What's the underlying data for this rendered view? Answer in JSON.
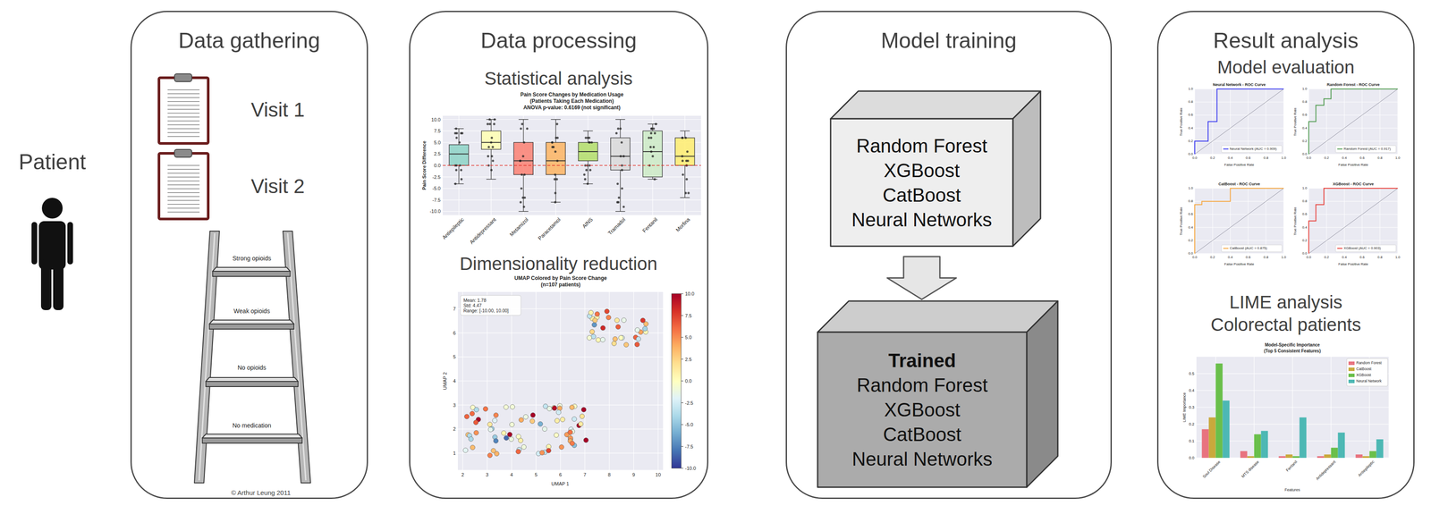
{
  "diagram": {
    "nodes": [
      {
        "text": [
          "Data gathering"
        ]
      },
      {
        "text": [
          "Data processing"
        ]
      },
      {
        "text": [
          "Model training"
        ]
      },
      {
        "text": [
          "Random Forest",
          "XGBoost",
          "CatBoost",
          "Neural Networks"
        ],
        "in": 2
      },
      {
        "text": [
          "Trained",
          "Random Forest",
          "XGBoost",
          "CatBoost",
          "Neural Networks"
        ],
        "in": 2
      },
      {
        "text": [
          "Result analysis"
        ]
      }
    ],
    "edges": [
      {
        "from": 3,
        "to": 4,
        "arrow": "to"
      }
    ],
    "labels": [
      "Patient",
      "Visit 1",
      "Visit 2",
      "Strong opioids",
      "Weak opioids",
      "No opioids",
      "No medication",
      "© Arthur Leung 2011",
      "Statistical analysis",
      "Pain Score Changes by Medication Usage",
      "(Patients Taking Each Medication)",
      "ANOVA p-value: 0.6169 (not significant)",
      "Pain Score Difference",
      "10.0",
      "7.5",
      "5.0",
      "2.5",
      "0.0",
      "-2.5",
      "-5.0",
      "-7.5",
      "-10.0",
      "Antiepileptic",
      "Antidepressant",
      "Metamizol",
      "Paracetamol",
      "AINS",
      "Tramadol",
      "Fentanil",
      "Morfina",
      "Dimensionality reduction",
      "UMAP Colored by Pain Score Change",
      "(n=107 patients)",
      "Mean: 1.78",
      "Std: 4.47",
      "Range: [-10.00, 10.00]",
      "UMAP 2",
      "7",
      "6",
      "5",
      "4",
      "3",
      "2",
      "1",
      "2",
      "3",
      "4",
      "5",
      "6",
      "7",
      "8",
      "9",
      "10",
      "UMAP 1",
      "10.0",
      "7.5",
      "5.0",
      "2.5",
      "0.0",
      "-2.5",
      "-5.0",
      "-7.5",
      "-10.0",
      "Model evaluation",
      "Neural Network - ROC Curve",
      "True Positive Rate",
      "False Positive Rate",
      "1.0",
      "0.8",
      "0.6",
      "0.4",
      "0.2",
      "0.0",
      "0.0",
      "0.2",
      "0.4",
      "0.6",
      "0.8",
      "1.0",
      "Random Forest - ROC Curve",
      "True Positive Rate",
      "False Positive Rate",
      "1.0",
      "0.8",
      "0.6",
      "0.4",
      "0.2",
      "0.0",
      "0.0",
      "0.2",
      "0.4",
      "0.6",
      "0.8",
      "1.0",
      "CatBoost - ROC Curve",
      "True Positive Rate",
      "False Positive Rate",
      "1.0",
      "0.8",
      "0.6",
      "0.4",
      "0.2",
      "0.0",
      "0.0",
      "0.2",
      "0.4",
      "0.6",
      "0.8",
      "1.0",
      "XGBoost - ROC Curve",
      "True Positive Rate",
      "False Positive Rate",
      "1.0",
      "0.8",
      "0.6",
      "0.4",
      "0.2",
      "0.0",
      "0.0",
      "0.2",
      "0.4",
      "0.6",
      "0.8",
      "1.0",
      "LIME analysis",
      "Colorectal patients",
      "Model-Specific Importance",
      "(Top 5 Consistent Features)",
      "LIME Importance",
      "0.5",
      "0.4",
      "0.3",
      "0.2",
      "0.1",
      "0.0",
      "Soul Disease",
      "MTS disease",
      "Fentanil",
      "Antidepressant",
      "Antiepileptic",
      "Features"
    ],
    "legend": [
      {
        "text": "Neural Network (AUC = 0.909)"
      },
      {
        "text": "Random Forest (AUC = 0.917)"
      },
      {
        "text": "CatBoost (AUC = 0.875)"
      },
      {
        "text": "XGBoost (AUC = 0.903)"
      },
      {
        "text": "Random Forest",
        "color": "#e8737f"
      },
      {
        "text": "CatBoost",
        "color": "#c9a93c"
      },
      {
        "text": "XGBoost",
        "color": "#6abf4b"
      },
      {
        "text": "Neural Network",
        "color": "#4db8b4"
      }
    ]
  }
}
